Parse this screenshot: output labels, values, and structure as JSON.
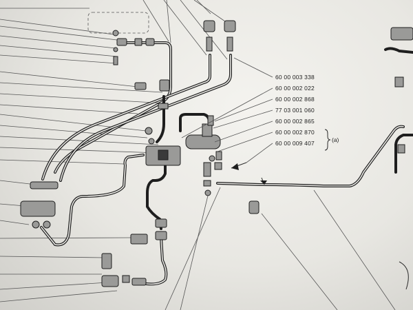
{
  "part_numbers": [
    "60 00 003 338",
    "60 00 002 022",
    "60 00 002 868",
    "77 03 001 060",
    "60 00 002 865",
    "60 00 002 870",
    "60 00 009 407"
  ],
  "group_note": "(a)",
  "colors": {
    "paper": "#f4f3ef",
    "ink": "#1e1e1e",
    "part_fill": "#9a9a98"
  }
}
